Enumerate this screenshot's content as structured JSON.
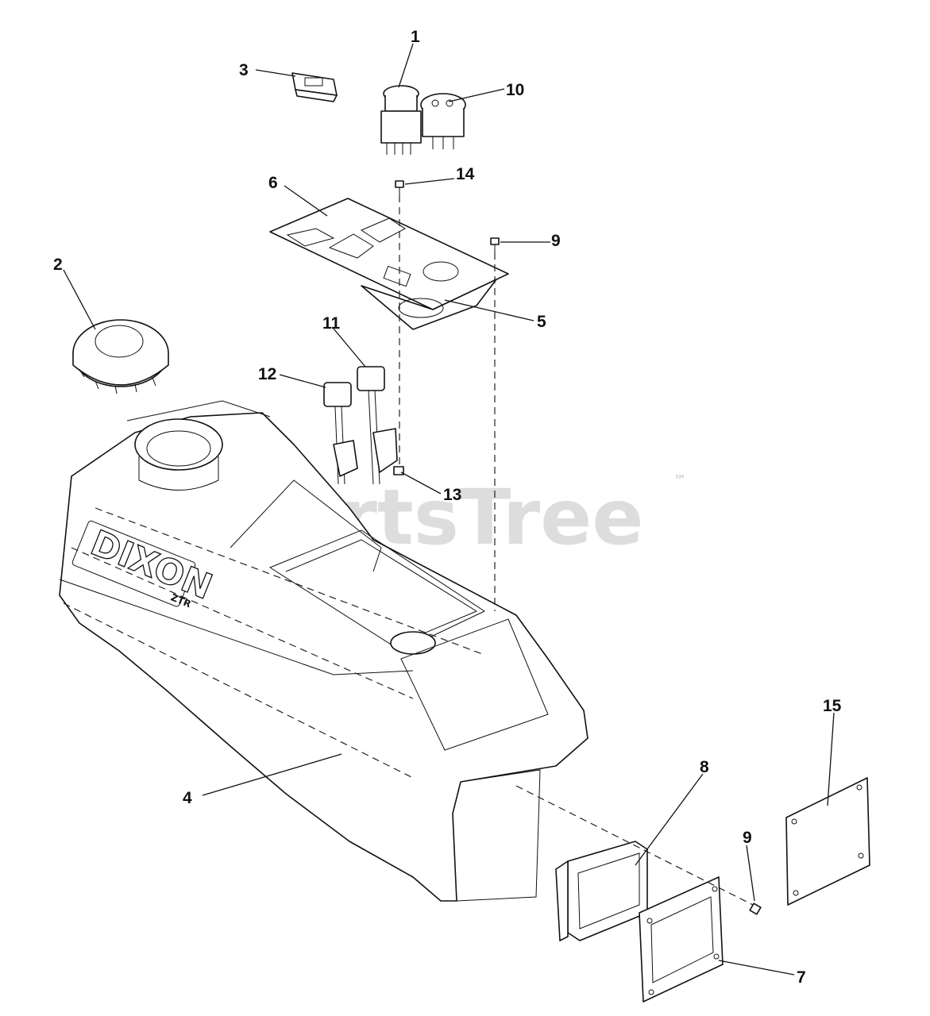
{
  "diagram": {
    "watermark": "PartsTree",
    "watermark_tm": "™",
    "brand": "DIXON",
    "brand_sub": "ZTR",
    "callouts": [
      "1",
      "2",
      "3",
      "4",
      "5",
      "6",
      "7",
      "8",
      "9",
      "9",
      "10",
      "11",
      "12",
      "13",
      "14",
      "15"
    ]
  }
}
